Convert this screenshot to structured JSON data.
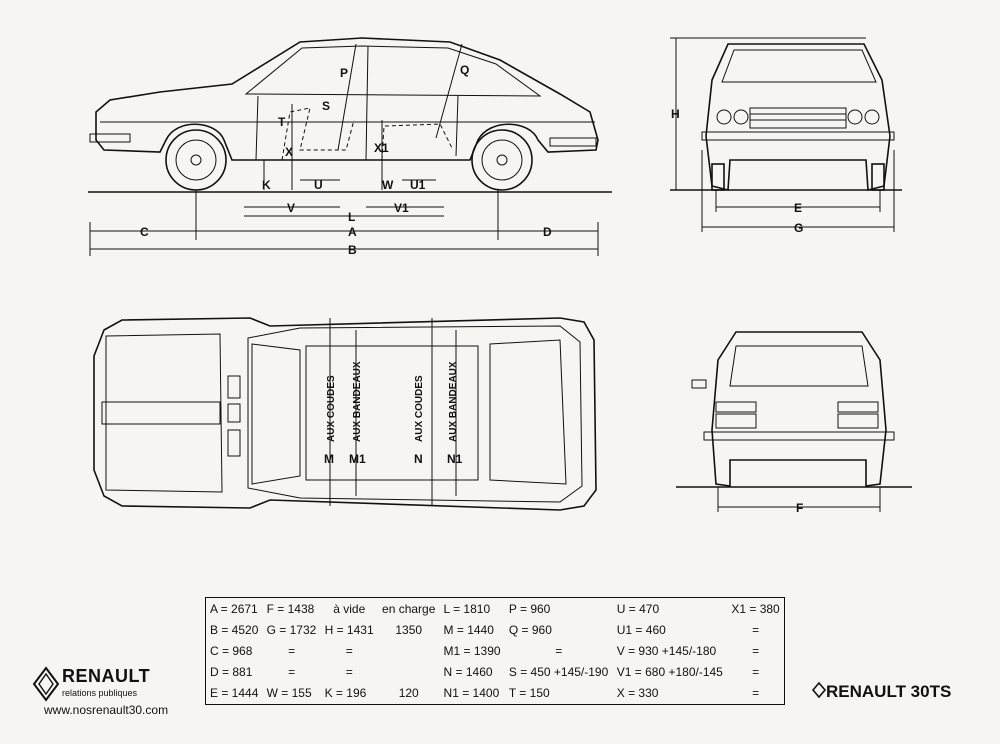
{
  "labels": {
    "side": [
      "P",
      "Q",
      "S",
      "T",
      "X",
      "X1",
      "K",
      "U",
      "W",
      "U1",
      "V",
      "V1",
      "L",
      "C",
      "A",
      "D",
      "B"
    ],
    "front": [
      "H",
      "E",
      "G"
    ],
    "top": [
      "M",
      "M1",
      "N",
      "N1"
    ],
    "vertical_text": [
      "AUX COUDES",
      "AUX BANDEAUX",
      "AUX COUDES",
      "AUX BANDEAUX"
    ],
    "rear": [
      "F"
    ]
  },
  "spec_table": {
    "rows": [
      [
        "A = 2671",
        "F = 1438",
        "à vide",
        "en charge",
        "L = 1810",
        "P = 960",
        "U  = 470",
        "X1 = 380"
      ],
      [
        "B = 4520",
        "G = 1732",
        "H  =  1431",
        "1350",
        "M = 1440",
        "Q = 960",
        "U1 = 460",
        "="
      ],
      [
        "C =  968",
        "=",
        "=",
        "",
        "M1 = 1390",
        "=",
        "V  = 930 +145/-180",
        "="
      ],
      [
        "D =  881",
        "=",
        "=",
        "",
        "N = 1460",
        "S = 450 +145/-190",
        "V1 = 680 +180/-145",
        "="
      ],
      [
        "E = 1444",
        "W =  155",
        "K  =   196",
        "120",
        "N1 = 1400",
        "T = 150",
        "X  = 330",
        "="
      ]
    ]
  },
  "brand": {
    "name": "RENAULT",
    "subtitle": "relations publiques"
  },
  "website": "www.nosrenault30.com",
  "model": "RENAULT 30TS"
}
